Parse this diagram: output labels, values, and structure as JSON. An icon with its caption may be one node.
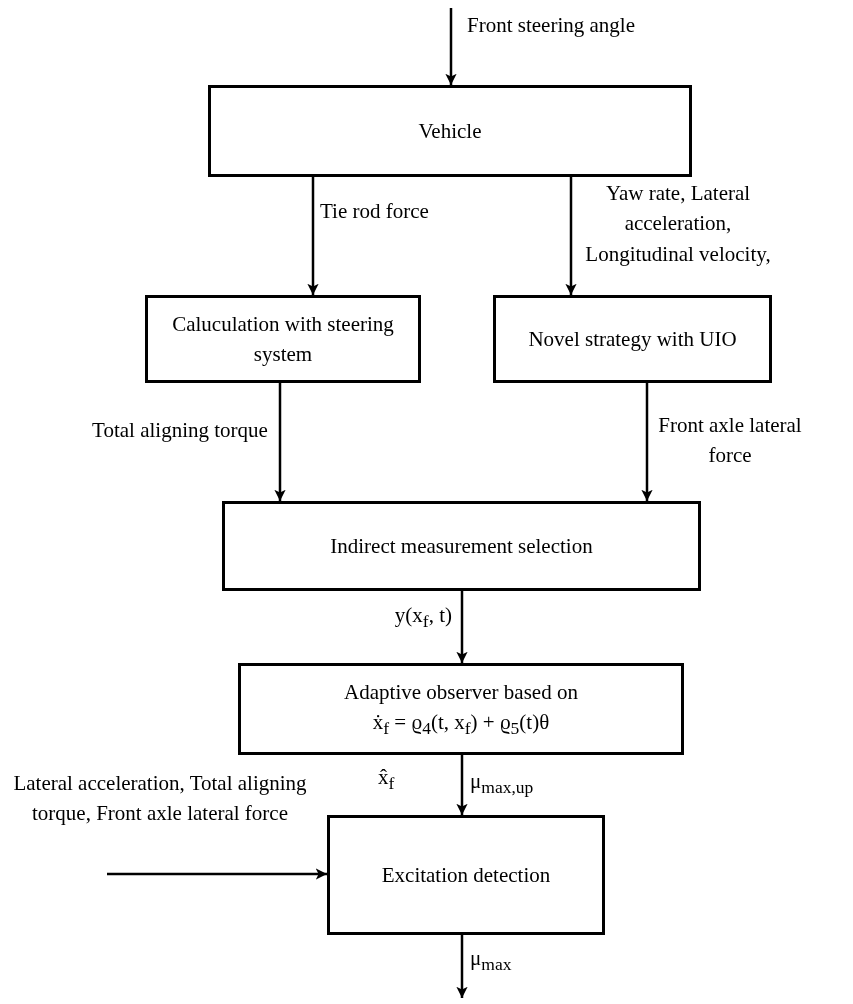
{
  "diagram": {
    "nodes": [
      {
        "text": [
          "Vehicle"
        ]
      },
      {
        "text": [
          "Caluculation with steering system"
        ]
      },
      {
        "text": [
          "Novel strategy with UIO"
        ]
      },
      {
        "text": [
          "Indirect measurement selection"
        ]
      },
      {
        "text": [
          "Adaptive observer based on",
          "ẋ$_{f}$ = ϱ$_{4}$(t, x$_{f}$) + ϱ$_{5}$(t)θ"
        ]
      },
      {
        "text": [
          "Excitation detection"
        ]
      }
    ],
    "edges": [
      {
        "from": null,
        "to": 0,
        "arrow": "to",
        "label": "Front steering angle"
      },
      {
        "from": 0,
        "to": 1,
        "arrow": "to",
        "label": "Tie rod force"
      },
      {
        "from": 0,
        "to": 2,
        "arrow": "to",
        "label": "Yaw rate, Lateral acceleration, Longitudinal velocity,"
      },
      {
        "from": 1,
        "to": 3,
        "arrow": "to",
        "label": "Total aligning torque"
      },
      {
        "from": 2,
        "to": 3,
        "arrow": "to",
        "label": "Front axle lateral force"
      },
      {
        "from": 3,
        "to": 4,
        "arrow": "to",
        "label": "y(x$_{f}$, t)"
      },
      {
        "from": 4,
        "to": 5,
        "arrow": "to",
        "label": "μ$_{max,up}$"
      },
      {
        "from": null,
        "to": 5,
        "arrow": "to",
        "label": "Lateral acceleration, Total aligning torque, Front axle lateral force"
      },
      {
        "from": 5,
        "to": null,
        "arrow": "to",
        "label": "μ$_{max}$"
      }
    ],
    "labels": [
      "x̂$_{f}$"
    ]
  }
}
